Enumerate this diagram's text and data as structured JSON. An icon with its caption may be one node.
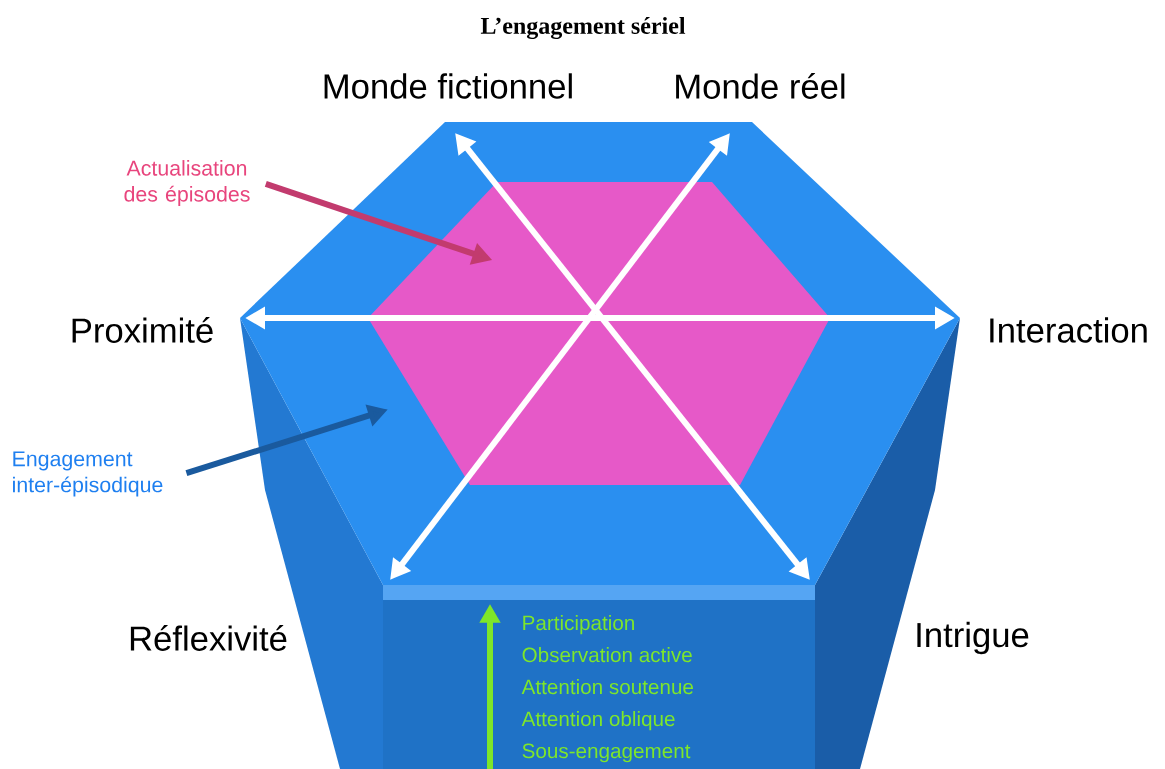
{
  "diagram": {
    "title": "L’engagement sériel",
    "nodes": [
      {
        "text": [
          "Monde fictionnel"
        ]
      },
      {
        "text": [
          "Monde réel"
        ]
      },
      {
        "text": [
          "Actualisation des épisodes"
        ]
      },
      {
        "text": [],
        "shape": "hexagon"
      },
      {
        "text": [],
        "shape": "hexagon",
        "in": 3
      },
      {
        "text": [
          "Proximité"
        ]
      },
      {
        "text": [
          "Interaction"
        ]
      },
      {
        "text": [
          "Engagement inter-épisodique"
        ]
      },
      {
        "text": [
          "Réflexivité"
        ]
      },
      {
        "text": [
          "Intrigue"
        ]
      }
    ],
    "edges": [
      {
        "from": 2,
        "to": 4,
        "arrow": "to",
        "color": "#c23b6e"
      },
      {
        "from": 7,
        "to": 3,
        "arrow": "to",
        "color": "#1a5a9e"
      }
    ],
    "labels": [
      "Participation",
      "Observation active",
      "Attention soutenue",
      "Attention oblique",
      "Sous-engagement"
    ]
  }
}
